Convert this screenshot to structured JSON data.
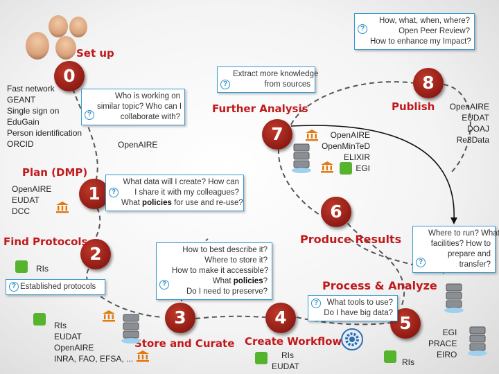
{
  "steps": [
    {
      "num": "0",
      "title": "Set up"
    },
    {
      "num": "1",
      "title": "Plan (DMP)"
    },
    {
      "num": "2",
      "title": "Find Protocols"
    },
    {
      "num": "3",
      "title": "Store and Curate"
    },
    {
      "num": "4",
      "title": "Create Workflow"
    },
    {
      "num": "5",
      "title": "Process & Analyze"
    },
    {
      "num": "6",
      "title": "Produce Results"
    },
    {
      "num": "7",
      "title": "Further Analysis"
    },
    {
      "num": "8",
      "title": "Publish"
    }
  ],
  "notes": {
    "impact": [
      "How, what, when, where?",
      "Open Peer Review?",
      "How to enhance my Impact?"
    ],
    "knowledge": [
      "Extract more knowledge",
      "from sources"
    ],
    "collaborate": [
      "Who is working on",
      "similar topic? Who can I",
      "collaborate with?"
    ],
    "data": [
      "What data will I create? How can",
      "I share it with my colleagues?"
    ],
    "data_policies_prefix": "What ",
    "data_policies_word": "policies",
    "data_policies_suffix": " for use and re-use?",
    "protocols": "Established protocols",
    "describe": [
      "How to best describe it?",
      "Where to store it?",
      "How to make it accessible?"
    ],
    "describe_policies_prefix": "What ",
    "describe_policies_word": "policies",
    "describe_policies_suffix": "?",
    "describe_last": "Do I need to preserve?",
    "tools": [
      "What tools to use?",
      "Do I have big data?"
    ],
    "run": [
      "Where to run? What",
      "facilities? How to",
      "prepare and",
      "transfer?"
    ]
  },
  "lists": {
    "setup": [
      "Fast network",
      "GEANT",
      "Single sign on",
      "EduGain",
      "Person identification",
      "ORCID"
    ],
    "setup_openaire": "OpenAIRE",
    "plan": [
      "OpenAIRE",
      "EUDAT",
      "DCC"
    ],
    "protocols_ris": "RIs",
    "store": [
      "RIs",
      "EUDAT",
      "OpenAIRE",
      "INRA, FAO, EFSA, ..."
    ],
    "workflow": [
      "RIs",
      "EUDAT"
    ],
    "process": [
      "EGI",
      "PRACE",
      "EIRO"
    ],
    "process_ris": "RIs",
    "further": [
      "OpenAIRE",
      "OpenMinTeD",
      "ELIXIR",
      "EGI"
    ],
    "publish": [
      "OpenAIRE",
      "EUDAT",
      "DOAJ",
      "Re3Data"
    ]
  },
  "colors": {
    "step_red": "#8e1b14",
    "title_red": "#c0181b",
    "note_border": "#3a9bd0",
    "icon_green": "#56b32e",
    "bank_orange": "#e07b12"
  },
  "icons": [
    "people-icon",
    "question-icon",
    "bank-icon",
    "server-icon",
    "green-box-icon",
    "workflow-gear-icon"
  ]
}
